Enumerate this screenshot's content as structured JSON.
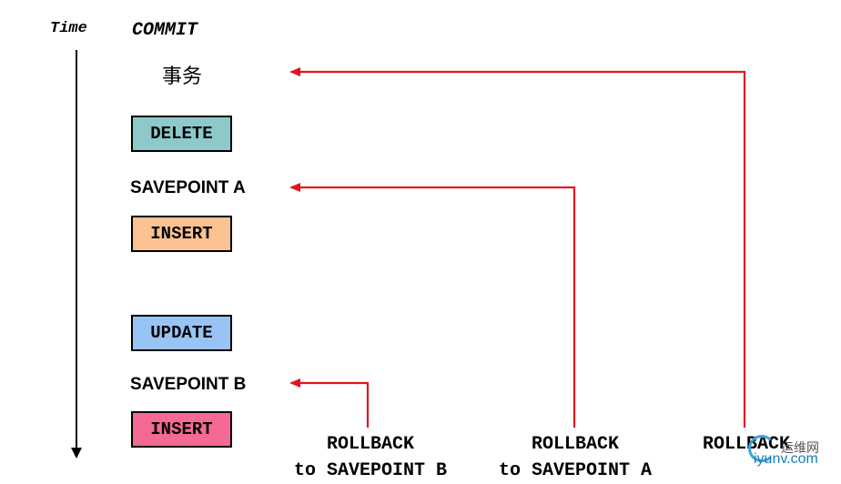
{
  "labels": {
    "time": "Time",
    "commit": "COMMIT",
    "transaction": "事务"
  },
  "steps": [
    {
      "label": "DELETE",
      "color": "#8ec9c9"
    },
    {
      "label": "SAVEPOINT A"
    },
    {
      "label": "INSERT",
      "color": "#f9c290"
    },
    {
      "label": "UPDATE",
      "color": "#98c4f5"
    },
    {
      "label": "SAVEPOINT B"
    },
    {
      "label": "INSERT",
      "color": "#f56a94"
    }
  ],
  "rollbacks": [
    {
      "line1": "ROLLBACK",
      "line2": "to SAVEPOINT B"
    },
    {
      "line1": "ROLLBACK",
      "line2": "to SAVEPOINT A"
    },
    {
      "line1": "ROLLBACK",
      "line2": ""
    }
  ],
  "colors": {
    "arrow": "#e3141e",
    "timeline": "#000000"
  },
  "watermark": {
    "cn": "运维网",
    "en": "iyunv.com"
  }
}
